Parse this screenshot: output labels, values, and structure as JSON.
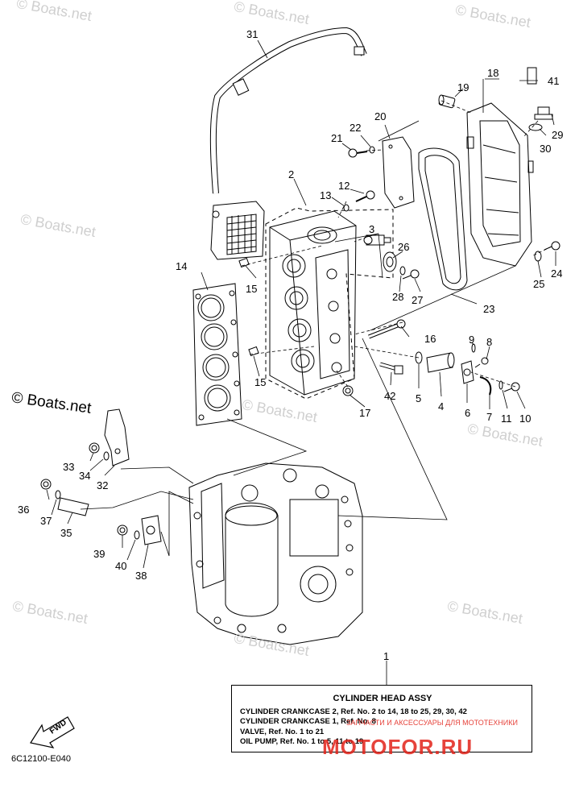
{
  "watermark_text": "© Boats.net",
  "boats_logo": "© Boats.net",
  "callouts": {
    "c1": "1",
    "c2": "2",
    "c3": "3",
    "c4": "4",
    "c5": "5",
    "c6": "6",
    "c7": "7",
    "c8": "8",
    "c9": "9",
    "c10": "10",
    "c11": "11",
    "c12": "12",
    "c13": "13",
    "c14": "14",
    "c15a": "15",
    "c15b": "15",
    "c16": "16",
    "c17": "17",
    "c18": "18",
    "c19": "19",
    "c20": "20",
    "c21": "21",
    "c22": "22",
    "c23": "23",
    "c24": "24",
    "c25": "25",
    "c26": "26",
    "c27": "27",
    "c28": "28",
    "c29": "29",
    "c30": "30",
    "c31": "31",
    "c32": "32",
    "c33": "33",
    "c34": "34",
    "c35": "35",
    "c36": "36",
    "c37": "37",
    "c38": "38",
    "c39": "39",
    "c40": "40",
    "c41": "41",
    "c42": "42"
  },
  "legend": {
    "title": "CYLINDER  HEAD  ASSY",
    "lines": [
      "CYLINDER CRANKCASE 2,  Ref. No. 2 to 14, 18 to 25, 29, 30, 42",
      "CYLINDER CRANKCASE 1,  Ref. No. 8",
      "VALVE,   Ref. No. 1 to 21",
      "OIL PUMP,  Ref. No. 1 to 5, 11 to 19"
    ]
  },
  "fwd_label": "FWD",
  "catalog_code": "6C12100-E040",
  "watermark_ru_sub": "ЗАПЧАСТИ И АКСЕССУАРЫ ДЛЯ МОТОТЕХНИКИ",
  "watermark_ru": "MOTOFOR.RU"
}
